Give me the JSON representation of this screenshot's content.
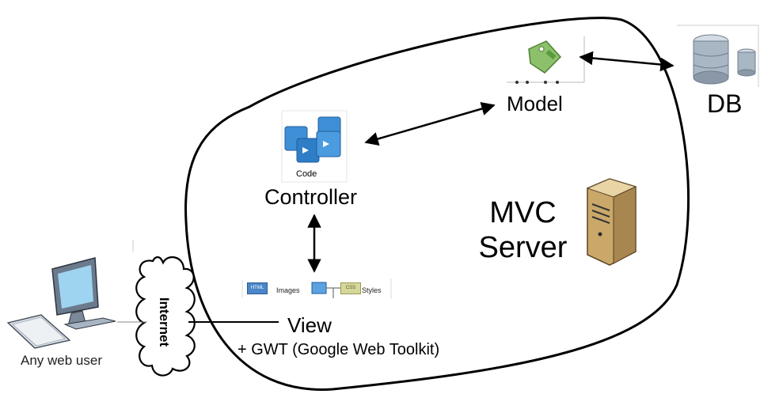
{
  "labels": {
    "model": "Model",
    "db": "DB",
    "controller": "Controller",
    "code": "Code",
    "mvc_line1": "MVC",
    "mvc_line2": "Server",
    "view": "View",
    "gwt": "+ GWT (Google Web Toolkit)",
    "any_user": "Any web user",
    "internet": "Internet",
    "images": "Images",
    "styles": "Styles",
    "html_tag": "HTML",
    "css_tag": "CSS"
  },
  "icons": [
    "model-tag-icon",
    "database-icon",
    "code-files-icon",
    "server-tower-icon",
    "computer-monitor-icon",
    "keyboard-icon",
    "internet-cloud-icon"
  ]
}
